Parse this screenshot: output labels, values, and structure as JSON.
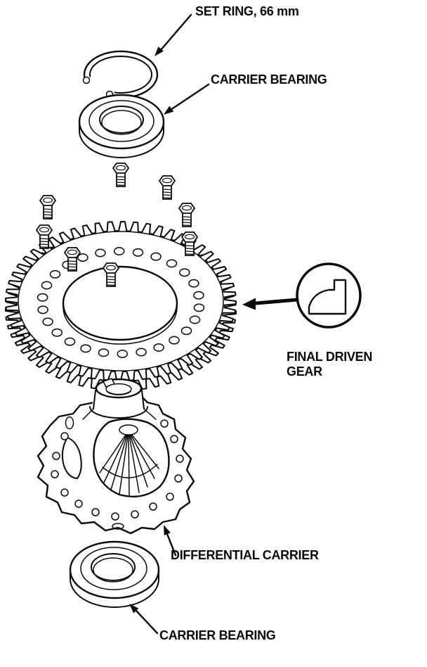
{
  "colors": {
    "ink": "#0a0a0a",
    "paper": "#ffffff"
  },
  "labels": {
    "set_ring": "SET RING, 66 mm",
    "carrier_bearing_top": "CARRIER BEARING",
    "final_driven_gear_line1": "FINAL DRIVEN",
    "final_driven_gear_line2": "GEAR",
    "differential_carrier": "DIFFERENTIAL CARRIER",
    "carrier_bearing_bottom": "CARRIER BEARING"
  },
  "icons": {
    "section_callout": "gear-tooth-section-icon"
  }
}
